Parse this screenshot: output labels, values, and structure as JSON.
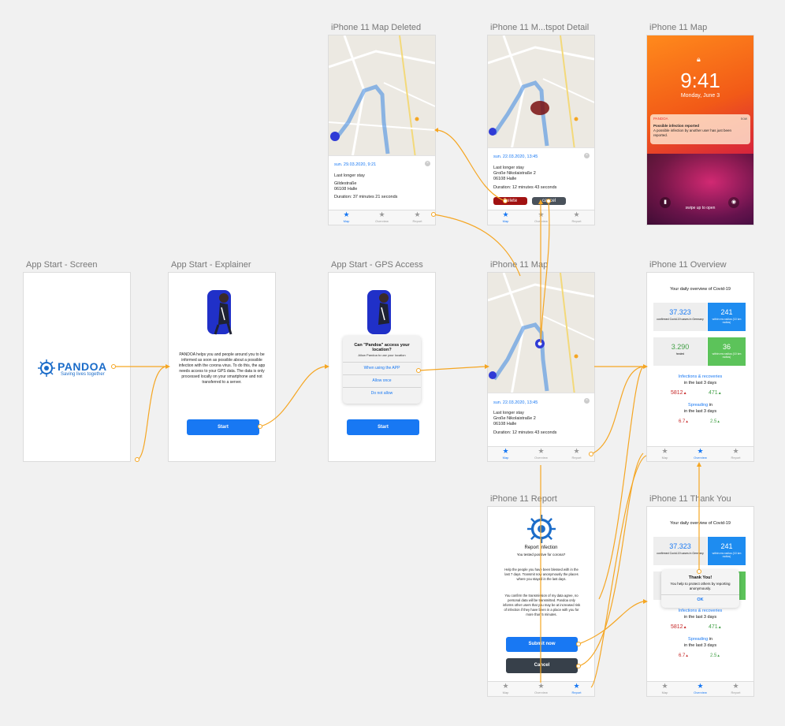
{
  "artboards": {
    "map_deleted": "iPhone 11 Map Deleted",
    "hotspot_detail": "iPhone 11 M...tspot Detail",
    "lock": "iPhone 11 Map",
    "start_screen": "App Start - Screen",
    "explainer": "App Start - Explainer",
    "gps_access": "App Start - GPS Access",
    "map": "iPhone 11 Map",
    "overview": "iPhone 11 Overview",
    "report": "iPhone 11 Report",
    "thank_you": "iPhone 11 Thank You"
  },
  "tabs": {
    "map": "Map",
    "overview": "Overview",
    "report": "Report"
  },
  "map_deleted": {
    "date": "sun. 29.03.2020, 9:21",
    "title": "Last longer stay",
    "addr1": "Gildestraße",
    "addr2": "06108 Halle",
    "duration": "Duration: 37 minutes 21 seconds"
  },
  "hotspot": {
    "date": "sun. 22.03.2020, 13:45",
    "title": "Last longer stay",
    "addr1": "Große Nikolaistraße 2",
    "addr2": "06108 Halle",
    "duration": "Duration: 12 minutes 43 seconds",
    "delete": "Delete",
    "cancel": "cancel"
  },
  "lock": {
    "time": "9:41",
    "date": "Monday, June 3",
    "app": "PANDOA",
    "when": "now",
    "notif_title": "Possible infection reported",
    "notif_body": "A possible infection by another user has just been reported.",
    "swipe": "swipe up to open"
  },
  "start": {
    "logo": "PANDOA",
    "tagline": "Saving lives together"
  },
  "explainer": {
    "text": "PANDOA helps you and people around you to be informed as soon as possible about a possible infection with the corona virus. To do this, the app needs access to your GPS data. The data is only processed locally on your smartphone and not transferred to a server.",
    "start": "Start"
  },
  "gps": {
    "title": "Can \"Pandoa\" access your location?",
    "sub": "Allow Pandoa to use your location",
    "opt1": "When using the APP",
    "opt2": "Allow once",
    "opt3": "Do not allow",
    "start": "Start"
  },
  "map": {
    "date": "sun. 22.03.2020, 13:45",
    "title": "Last longer stay",
    "addr1": "Große Nikolaistraße 2",
    "addr2": "06108 Halle",
    "duration": "Duration: 12 minutes 43 seconds"
  },
  "overview": {
    "heading": "Your daily overview of Covid-19",
    "s1": "37.323",
    "s1d": "confirmed Covid-19 cases in Germany",
    "s2": "241",
    "s2d": "within ms radius (10 km radius)",
    "s3": "3.290",
    "s3d": "healed",
    "s4": "36",
    "s4d": "within ms radius (10 km radius)",
    "inf": "Infections & recoveries",
    "inf_sub": "in the last 3 days",
    "v1": "5812",
    "v2": "471",
    "spread": "Spreading",
    "spread_in": "in",
    "spread_sub": "in the last 3 days",
    "v3": "6.7",
    "v4": "2.5"
  },
  "report": {
    "title": "Report infection",
    "sub": "You tested positive for corona?",
    "p1": "Help the people you have been blessed with in the last 7 days. Transmit now anonymously the places where you stayed in the last days.",
    "p2": "You confirm the transmission of my data agree, no personal data will be transmitted. Pandoa only informs other users that you may be at increased risk of infection if they have been in a place with you for more than 5 minutes.",
    "submit": "Submit now",
    "cancel": "Cancel"
  },
  "thanks": {
    "heading": "Your daily overview of Covid-19",
    "s1": "37.323",
    "s1d": "confirmed Covid-19 cases in Germany",
    "s2": "241",
    "s2d": "within ms radius (10 km radius)",
    "title": "Thank You!",
    "body": "You help to protect others by reporting anonymously.",
    "ok": "OK",
    "inf": "Infections & recoveries",
    "inf_sub": "in the last 3 days",
    "v1": "5812",
    "v2": "471",
    "spread": "Spreading",
    "spread_in": "in",
    "spread_sub": "in the last 3 days",
    "v3": "6.7",
    "v4": "2.5"
  },
  "colors": {
    "accent": "#1878f3",
    "connector": "#f5a623",
    "brand": "#1b6cc9",
    "red": "#c62828",
    "green": "#43a047",
    "dark_button": "#37404a",
    "delete": "#a11212"
  }
}
